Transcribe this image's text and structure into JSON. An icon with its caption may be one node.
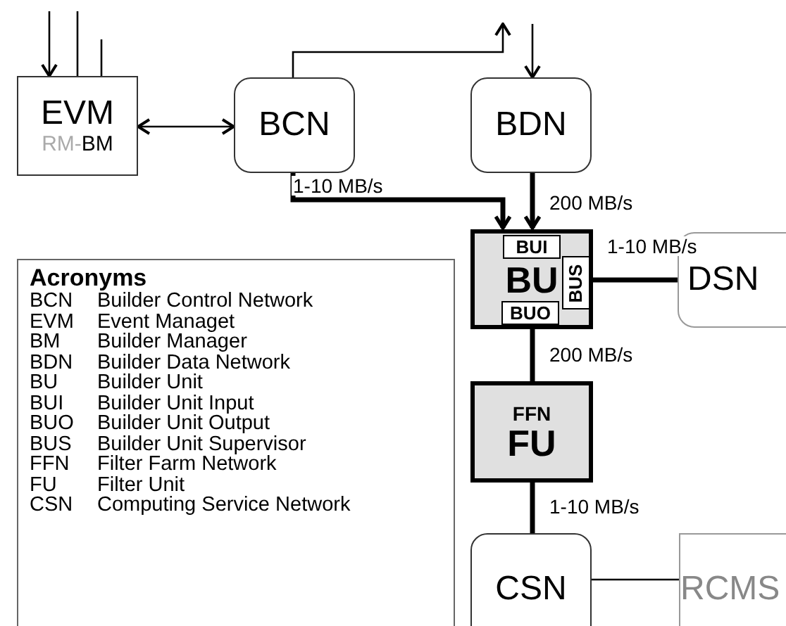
{
  "diagram": {
    "nodes": [
      {
        "text": [
          "EVM",
          "RM-",
          "BM"
        ]
      },
      {
        "text": [
          "BCN"
        ]
      },
      {
        "text": [
          "BDN"
        ]
      },
      {
        "text": [
          "BU"
        ]
      },
      {
        "text": [
          "BUI"
        ],
        "in": 3
      },
      {
        "text": [
          "BUO"
        ],
        "in": 3
      },
      {
        "text": [
          "BUS"
        ],
        "in": 3
      },
      {
        "text": [
          "DSN"
        ]
      },
      {
        "text": [
          "FFN",
          "FU"
        ]
      },
      {
        "text": [
          "CSN"
        ]
      },
      {
        "text": [
          "RCMS"
        ]
      },
      {
        "text": [
          "Acronyms",
          "BCN",
          "Builder Control Network",
          "EVM",
          "Event Managet",
          "BM",
          "Builder Manager",
          "BDN",
          "Builder Data Network",
          "BU",
          "Builder Unit",
          "BUI",
          "Builder Unit Input",
          "BUO",
          "Builder Unit Output",
          "BUS",
          "Builder Unit Supervisor",
          "FFN",
          "Filter Farm Network",
          "FU",
          "Filter Unit",
          "CSN",
          "Computing Service Network"
        ]
      }
    ],
    "edges": [
      {
        "from": null,
        "to": 0,
        "arrow": "to"
      },
      {
        "from": 0,
        "to": null,
        "arrow": "none"
      },
      {
        "from": 0,
        "to": null,
        "arrow": "none"
      },
      {
        "from": 0,
        "to": 1,
        "arrow": "both"
      },
      {
        "from": 1,
        "to": null,
        "arrow": "to"
      },
      {
        "from": null,
        "to": 2,
        "arrow": "to"
      },
      {
        "from": 1,
        "to": 3,
        "arrow": "to",
        "style": "thick",
        "label": "1-10 MB/s"
      },
      {
        "from": 2,
        "to": 3,
        "arrow": "to",
        "style": "thick",
        "label": "200 MB/s"
      },
      {
        "from": 6,
        "to": 7,
        "arrow": "none",
        "style": "thick",
        "label": "1-10 MB/s"
      },
      {
        "from": 3,
        "to": 8,
        "arrow": "none",
        "style": "thick",
        "label": "200 MB/s"
      },
      {
        "from": 8,
        "to": 9,
        "arrow": "none",
        "style": "thick",
        "label": "1-10 MB/s"
      },
      {
        "from": 9,
        "to": 10,
        "arrow": "none"
      }
    ]
  }
}
